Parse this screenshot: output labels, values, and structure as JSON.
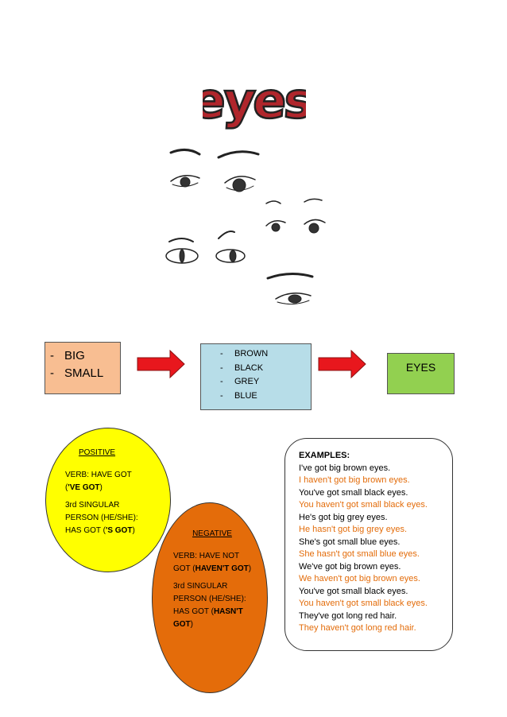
{
  "title": "eyes",
  "flow": {
    "size_box": [
      "BIG",
      "SMALL"
    ],
    "colour_box": [
      "BROWN",
      "BLACK",
      "GREY",
      "BLUE"
    ],
    "noun_box": "EYES",
    "dash": "-"
  },
  "positive": {
    "heading": "POSITIVE",
    "verb_prefix": "VERB: HAVE GOT",
    "verb_open": "(",
    "verb_short": "'VE GOT",
    "verb_close": ")",
    "third_line1": "3rd SINGULAR",
    "third_line2": "PERSON (HE/SHE):",
    "third_prefix": "HAS GOT (",
    "third_short": "'S GOT",
    "third_close": ")"
  },
  "negative": {
    "heading": "NEGATIVE",
    "verb_line1": "VERB: HAVE  NOT",
    "verb_line2_prefix": "GOT (",
    "verb_short": "HAVEN'T GOT",
    "verb_close": ")",
    "third_line1": "3rd SINGULAR",
    "third_line2": "PERSON (HE/SHE):",
    "third_prefix": "HAS GOT (",
    "third_short1": "HASN'T",
    "third_short2": "GOT",
    "third_close": ")"
  },
  "examples": {
    "heading": "EXAMPLES:",
    "lines": [
      {
        "text": "I've got big brown eyes.",
        "style": "black"
      },
      {
        "text": "I haven't got big brown eyes.",
        "style": "orange"
      },
      {
        "text": "You've got small black eyes.",
        "style": "black"
      },
      {
        "text": "You haven't got small black eyes.",
        "style": "orange"
      },
      {
        "text": "He's got big grey eyes.",
        "style": "black"
      },
      {
        "text": "He hasn't got big grey eyes.",
        "style": "orange"
      },
      {
        "text": "She's got small blue eyes.",
        "style": "black"
      },
      {
        "text": "She hasn't got small blue eyes.",
        "style": "orange"
      },
      {
        "text": "We've got big brown eyes.",
        "style": "black"
      },
      {
        "text": "We haven't got big brown eyes.",
        "style": "orange"
      },
      {
        "text": "You've got small black eyes.",
        "style": "black"
      },
      {
        "text": "You haven't got small black eyes.",
        "style": "orange"
      },
      {
        "text": "They've got long red hair.",
        "style": "black"
      },
      {
        "text": "They haven't got long red hair.",
        "style": "orange"
      }
    ]
  },
  "colors": {
    "title_red": "#b0262c",
    "size_box": "#f8be92",
    "colour_box": "#b7dde8",
    "noun_box": "#92d050",
    "arrow_red": "#e8171d",
    "positive_yellow": "#ffff00",
    "negative_orange": "#e46c0a",
    "example_orange": "#e36c0a"
  }
}
